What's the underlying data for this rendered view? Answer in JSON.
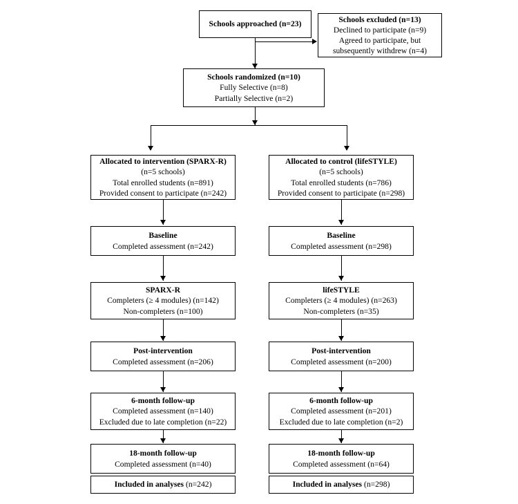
{
  "figure": {
    "type": "consort-flow-diagram",
    "title": "CONSORT participant flow diagram",
    "line_color": "#000000",
    "box_border_color": "#000000",
    "background_color": "#ffffff",
    "text_color": "#000000"
  },
  "nodes": {
    "schools_approached": {
      "lines": [
        {
          "text": "Schools approached (n=23)",
          "bold": true
        }
      ]
    },
    "schools_excluded": {
      "lines": [
        {
          "text": "Schools excluded (n=13)",
          "bold": true
        },
        {
          "text": "Declined to participate (n=9)",
          "bold": false
        },
        {
          "text": "Agreed to participate, but",
          "bold": false
        },
        {
          "text": "subsequently withdrew (n=4)",
          "bold": false
        }
      ]
    },
    "schools_randomized": {
      "lines": [
        {
          "text": "Schools randomized (n=10)",
          "bold": true
        },
        {
          "text": "Fully Selective (n=8)",
          "bold": false
        },
        {
          "text": "Partially Selective (n=2)",
          "bold": false
        }
      ]
    },
    "allocated_intervention": {
      "lines": [
        {
          "text": "Allocated to intervention (SPARX-R)",
          "bold": true
        },
        {
          "text": "(n=5 schools)",
          "bold": false
        },
        {
          "text": "Total enrolled students (n=891)",
          "bold": false
        },
        {
          "text": "Provided consent to participate (n=242)",
          "bold": false
        }
      ]
    },
    "allocated_control": {
      "lines": [
        {
          "text": "Allocated to control (lifeSTYLE)",
          "bold": true
        },
        {
          "text": "(n=5 schools)",
          "bold": false
        },
        {
          "text": "Total enrolled students (n=786)",
          "bold": false
        },
        {
          "text": "Provided consent to participate (n=298)",
          "bold": false
        }
      ]
    },
    "baseline_left": {
      "lines": [
        {
          "text": "Baseline",
          "bold": true
        },
        {
          "text": "Completed assessment (n=242)",
          "bold": false
        }
      ]
    },
    "baseline_right": {
      "lines": [
        {
          "text": "Baseline",
          "bold": true
        },
        {
          "text": "Completed assessment (n=298)",
          "bold": false
        }
      ]
    },
    "sparxr_completion": {
      "lines": [
        {
          "text": "SPARX-R",
          "bold": true
        },
        {
          "text": "Completers (≥ 4 modules) (n=142)",
          "bold": false
        },
        {
          "text": "Non-completers (n=100)",
          "bold": false
        }
      ]
    },
    "lifestyle_completion": {
      "lines": [
        {
          "text": "lifeSTYLE",
          "bold": true
        },
        {
          "text": "Completers (≥ 4 modules) (n=263)",
          "bold": false
        },
        {
          "text": "Non-completers (n=35)",
          "bold": false
        }
      ]
    },
    "post_intervention_left": {
      "lines": [
        {
          "text": "Post-intervention",
          "bold": true
        },
        {
          "text": "Completed assessment (n=206)",
          "bold": false
        }
      ]
    },
    "post_intervention_right": {
      "lines": [
        {
          "text": "Post-intervention",
          "bold": true
        },
        {
          "text": "Completed assessment (n=200)",
          "bold": false
        }
      ]
    },
    "six_month_left": {
      "lines": [
        {
          "text": "6-month follow-up",
          "bold": true
        },
        {
          "text": "Completed assessment (n=140)",
          "bold": false
        },
        {
          "text": "Excluded due to late completion (n=22)",
          "bold": false
        }
      ]
    },
    "six_month_right": {
      "lines": [
        {
          "text": "6-month follow-up",
          "bold": true
        },
        {
          "text": "Completed assessment (n=201)",
          "bold": false
        },
        {
          "text": "Excluded due to late completion (n=2)",
          "bold": false
        }
      ]
    },
    "eighteen_month_left": {
      "lines": [
        {
          "text": "18-month follow-up",
          "bold": true
        },
        {
          "text": "Completed assessment (n=40)",
          "bold": false
        }
      ]
    },
    "eighteen_month_right": {
      "lines": [
        {
          "text": "18-month follow-up",
          "bold": true
        },
        {
          "text": "Completed assessment (n=64)",
          "bold": false
        }
      ]
    },
    "included_analyses_left": {
      "bold_part": "Included in analyses",
      "plain_part": " (n=242)"
    },
    "included_analyses_right": {
      "bold_part": "Included in analyses",
      "plain_part": " (n=298)"
    }
  },
  "chart_data": {
    "type": "diagram",
    "title": "CONSORT participant flow diagram",
    "stages": [
      {
        "stage": "Schools approached",
        "n": 23
      },
      {
        "stage": "Schools excluded",
        "n": 13,
        "declined_to_participate": 9,
        "agreed_then_withdrew": 4
      },
      {
        "stage": "Schools randomized",
        "n": 10,
        "fully_selective": 8,
        "partially_selective": 2
      }
    ],
    "arms": [
      {
        "name": "Intervention (SPARX-R)",
        "schools": 5,
        "total_enrolled_students": 891,
        "provided_consent": 242,
        "baseline_completed": 242,
        "completers_ge_4_modules": 142,
        "non_completers": 100,
        "post_intervention_completed": 206,
        "six_month_completed": 140,
        "six_month_excluded_late": 22,
        "eighteen_month_completed": 40,
        "included_in_analyses": 242
      },
      {
        "name": "Control (lifeSTYLE)",
        "schools": 5,
        "total_enrolled_students": 786,
        "provided_consent": 298,
        "baseline_completed": 298,
        "completers_ge_4_modules": 263,
        "non_completers": 35,
        "post_intervention_completed": 200,
        "six_month_completed": 201,
        "six_month_excluded_late": 2,
        "eighteen_month_completed": 64,
        "included_in_analyses": 298
      }
    ]
  }
}
